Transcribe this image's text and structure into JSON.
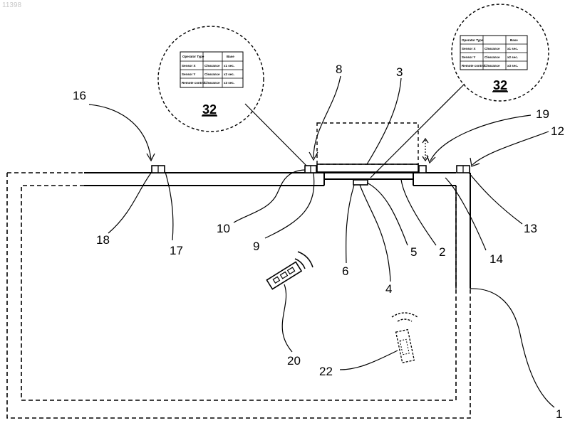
{
  "watermark": "11398",
  "labels": {
    "n1": "1",
    "n2": "2",
    "n3": "3",
    "n4": "4",
    "n5": "5",
    "n6": "6",
    "n8": "8",
    "n9": "9",
    "n10": "10",
    "n12": "12",
    "n13": "13",
    "n14": "14",
    "n16": "16",
    "n17": "17",
    "n18": "18",
    "n19": "19",
    "n20": "20",
    "n22": "22",
    "n32_left": "32",
    "n32_right": "32"
  },
  "callout_table": {
    "header": [
      "Operator Type",
      "",
      "Base"
    ],
    "rows": [
      [
        "Sensor X",
        "Clearance",
        "x1 sec."
      ],
      [
        "Sensor Y",
        "Clearance",
        "x2 sec."
      ],
      [
        "Remote control",
        "Clearance",
        "x3 sec."
      ]
    ]
  }
}
